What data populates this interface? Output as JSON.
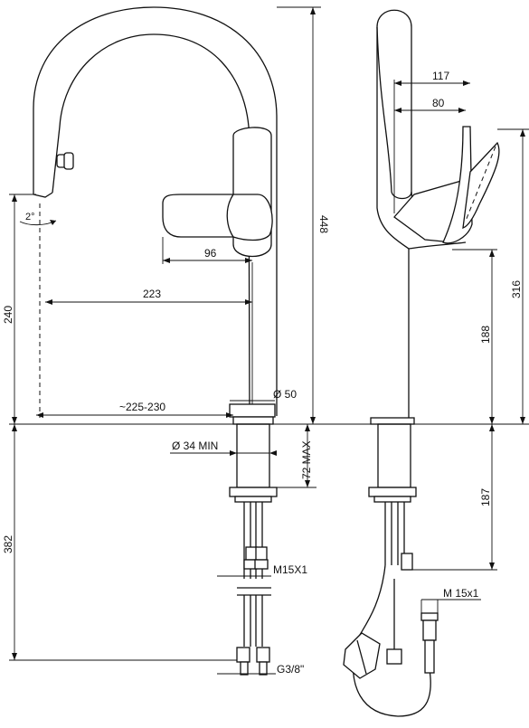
{
  "dimensions": {
    "height_total": "448",
    "rise_left": "240",
    "reach_223": "223",
    "lever_96": "96",
    "reach_range": "~225-230",
    "diameter_50": "Ø 50",
    "hole_diameter": "Ø 34 MIN",
    "deck_max": "72 MAX",
    "below_deck": "382",
    "thread_m15": "M15X1",
    "thread_g38": "G3/8\"",
    "swivel_angle": "2°",
    "side_117": "117",
    "side_80": "80",
    "side_316": "316",
    "side_188": "188",
    "side_187": "187",
    "side_thread": "M 15x1"
  },
  "colors": {
    "line": "#111111",
    "background": "#ffffff"
  }
}
